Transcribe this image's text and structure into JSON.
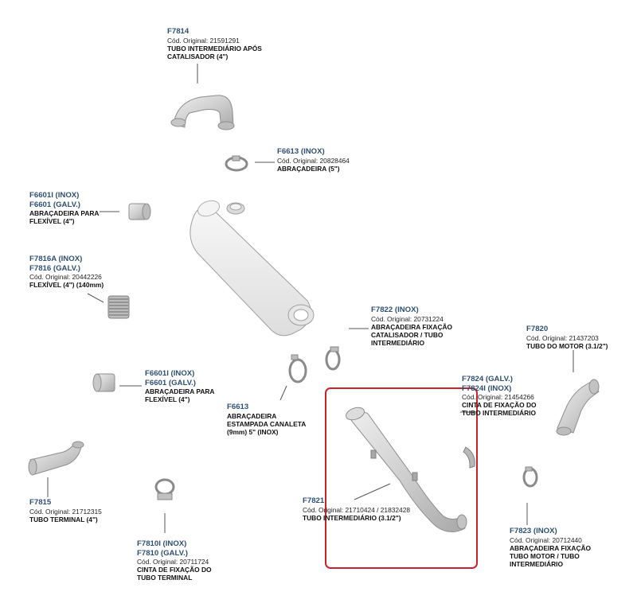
{
  "colors": {
    "code": "#2f4f72",
    "highlight": "#c8232c",
    "part_fill": "#d8d8d8",
    "part_stroke": "#9a9a9a"
  },
  "parts": {
    "f7814": {
      "code": "F7814",
      "original": "Cód. Original: 21591291",
      "name1": "TUBO INTERMEDIÁRIO APÓS",
      "name2": "CATALISADOR (4\")"
    },
    "f6613_top": {
      "code": "F6613 (INOX)",
      "original": "Cód. Original: 20828464",
      "name1": "ABRAÇADEIRA (5\")"
    },
    "f6601_top": {
      "code1": "F6601I (INOX)",
      "code2": "F6601 (GALV.)",
      "name1": "ABRAÇADEIRA PARA",
      "name2": "FLEXÍVEL (4\")"
    },
    "f7816": {
      "code1": "F7816A (INOX)",
      "code2": "F7816 (GALV.)",
      "original": "Cód. Original: 20442226",
      "name1": "FLEXÍVEL (4\") (140mm)"
    },
    "f7822": {
      "code": "F7822 (INOX)",
      "original": "Cód. Original: 20731224",
      "name1": "ABRAÇADEIRA FIXAÇÃO",
      "name2": "CATALISADOR / TUBO",
      "name3": "INTERMEDIÁRIO"
    },
    "f7820": {
      "code": "F7820",
      "original": "Cód. Original: 21437203",
      "name1": "TUBO DO MOTOR (3.1/2\")"
    },
    "f6601_mid": {
      "code1": "F6601I (INOX)",
      "code2": "F6601 (GALV.)",
      "name1": "ABRAÇADEIRA PARA",
      "name2": "FLEXÍVEL (4\")"
    },
    "f7824": {
      "code1": "F7824 (GALV.)",
      "code2": "F7824I (INOX)",
      "original": "Cód. Original: 21454266",
      "name1": "CINTA DE FIXAÇÃO DO",
      "name2": "TUBO INTERMEDIÁRIO"
    },
    "f6613_mid": {
      "code": "F6613",
      "name1": "ABRAÇADEIRA",
      "name2": "ESTAMPADA CANALETA",
      "name3": "(9mm) 5\" (INOX)"
    },
    "f7815": {
      "code": "F7815",
      "original": "Cód. Original: 21712315",
      "name1": "TUBO TERMINAL (4\")"
    },
    "f7821": {
      "code": "F7821",
      "original": "Cód. Original: 21710424 / 21832428",
      "name1": "TUBO INTERMEDIÁRIO (3.1/2\")"
    },
    "f7823": {
      "code": "F7823 (INOX)",
      "original": "Cód. Original: 20712440",
      "name1": "ABRAÇADEIRA FIXAÇÃO",
      "name2": "TUBO MOTOR / TUBO",
      "name3": "INTERMEDIÁRIO"
    },
    "f7810": {
      "code1": "F7810I (INOX)",
      "code2": "F7810 (GALV.)",
      "original": "Cód. Original: 20711724",
      "name1": "CINTA DE FIXAÇÃO DO",
      "name2": "TUBO TERMINAL"
    }
  }
}
